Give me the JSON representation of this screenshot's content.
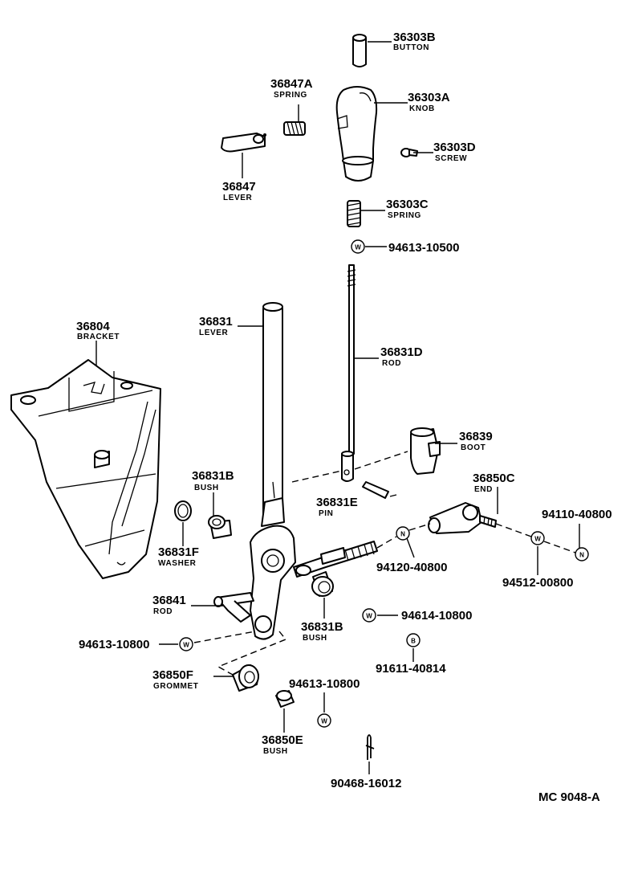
{
  "parts": [
    {
      "id": "button",
      "number": "36303B",
      "name": "BUTTON"
    },
    {
      "id": "spring-a",
      "number": "36847A",
      "name": "SPRING"
    },
    {
      "id": "knob",
      "number": "36303A",
      "name": "KNOB"
    },
    {
      "id": "screw",
      "number": "36303D",
      "name": "SCREW"
    },
    {
      "id": "lever-small",
      "number": "36847",
      "name": "LEVER"
    },
    {
      "id": "spring-c",
      "number": "36303C",
      "name": "SPRING"
    },
    {
      "id": "washer-1",
      "number": "94613-10500",
      "name": "",
      "symbol": "W"
    },
    {
      "id": "bracket",
      "number": "36804",
      "name": "BRACKET"
    },
    {
      "id": "lever-main",
      "number": "36831",
      "name": "LEVER"
    },
    {
      "id": "rod-d",
      "number": "36831D",
      "name": "ROD"
    },
    {
      "id": "boot",
      "number": "36839",
      "name": "BOOT"
    },
    {
      "id": "end",
      "number": "36850C",
      "name": "END"
    },
    {
      "id": "bush-b-top",
      "number": "36831B",
      "name": "BUSH"
    },
    {
      "id": "pin",
      "number": "36831E",
      "name": "PIN"
    },
    {
      "id": "nut-2",
      "number": "94110-40800",
      "name": "",
      "symbol": "N"
    },
    {
      "id": "washer-f",
      "number": "36831F",
      "name": "WASHER"
    },
    {
      "id": "nut-1",
      "number": "94120-40800",
      "name": "",
      "symbol": "N"
    },
    {
      "id": "washer-2",
      "number": "94512-00800",
      "name": "",
      "symbol": "W"
    },
    {
      "id": "rod",
      "number": "36841",
      "name": "ROD"
    },
    {
      "id": "bush-b-low",
      "number": "36831B",
      "name": "BUSH"
    },
    {
      "id": "washer-3",
      "number": "94614-10800",
      "name": "",
      "symbol": "W"
    },
    {
      "id": "washer-4",
      "number": "94613-10800",
      "name": "",
      "symbol": "W"
    },
    {
      "id": "bolt",
      "number": "91611-40814",
      "name": "",
      "symbol": "B"
    },
    {
      "id": "grommet",
      "number": "36850F",
      "name": "GROMMET"
    },
    {
      "id": "washer-5",
      "number": "94613-10800",
      "name": "",
      "symbol": "W"
    },
    {
      "id": "bush-e",
      "number": "36850E",
      "name": "BUSH"
    },
    {
      "id": "cotter-pin",
      "number": "90468-16012",
      "name": ""
    }
  ],
  "diagram_code": "MC  9048-A"
}
